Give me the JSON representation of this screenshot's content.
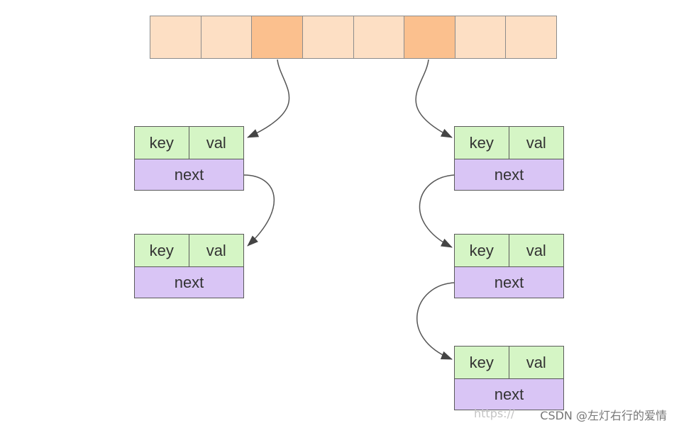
{
  "array": {
    "cells": [
      {
        "highlighted": false
      },
      {
        "highlighted": false
      },
      {
        "highlighted": true
      },
      {
        "highlighted": false
      },
      {
        "highlighted": false
      },
      {
        "highlighted": true
      },
      {
        "highlighted": false
      },
      {
        "highlighted": false
      }
    ],
    "colors": {
      "cell": "#FDDFC4",
      "highlighted": "#FBC08E",
      "border": "#8C8C8C"
    }
  },
  "chains": [
    {
      "bucket": 2,
      "nodes": [
        {
          "key": "key",
          "val": "val",
          "next": "next"
        },
        {
          "key": "key",
          "val": "val",
          "next": "next"
        }
      ]
    },
    {
      "bucket": 5,
      "nodes": [
        {
          "key": "key",
          "val": "val",
          "next": "next"
        },
        {
          "key": "key",
          "val": "val",
          "next": "next"
        },
        {
          "key": "key",
          "val": "val",
          "next": "next"
        }
      ]
    }
  ],
  "node_colors": {
    "key_val": "#D5F5C5",
    "next": "#D9C5F5",
    "border": "#5A5A5A"
  },
  "watermark": {
    "url": "https://",
    "text": "CSDN @左灯右行的爱情"
  }
}
